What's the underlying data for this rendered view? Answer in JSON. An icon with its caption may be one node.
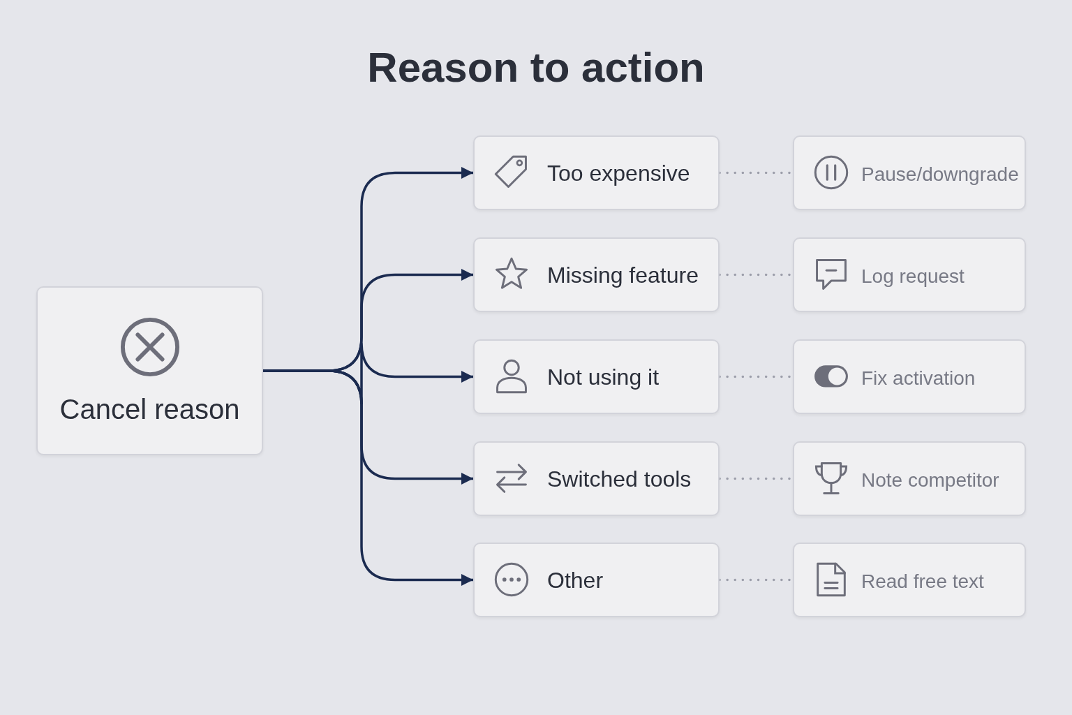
{
  "diagram": {
    "title": "Reason to action",
    "nodes": [
      {
        "text": [
          "Cancel reason"
        ]
      },
      {
        "text": [
          "Too expensive"
        ]
      },
      {
        "text": [
          "Missing feature"
        ]
      },
      {
        "text": [
          "Not using it"
        ]
      },
      {
        "text": [
          "Switched tools"
        ]
      },
      {
        "text": [
          "Other"
        ]
      },
      {
        "text": [
          "Pause/downgrade"
        ]
      },
      {
        "text": [
          "Log request"
        ]
      },
      {
        "text": [
          "Fix activation"
        ]
      },
      {
        "text": [
          "Note competitor"
        ]
      },
      {
        "text": [
          "Read free text"
        ]
      }
    ],
    "edges": [
      {
        "from": 0,
        "to": 1,
        "arrow": "to",
        "color": "#1b2b50"
      },
      {
        "from": 0,
        "to": 2,
        "arrow": "to",
        "color": "#1b2b50"
      },
      {
        "from": 0,
        "to": 3,
        "arrow": "to",
        "color": "#1b2b50"
      },
      {
        "from": 0,
        "to": 4,
        "arrow": "to",
        "color": "#1b2b50"
      },
      {
        "from": 0,
        "to": 5,
        "arrow": "to",
        "color": "#1b2b50"
      },
      {
        "from": 1,
        "to": 6,
        "arrow": "none",
        "style": "dashed",
        "color": "#9c9eaa"
      },
      {
        "from": 2,
        "to": 7,
        "arrow": "none",
        "style": "dashed",
        "color": "#9c9eaa"
      },
      {
        "from": 3,
        "to": 8,
        "arrow": "none",
        "style": "dashed",
        "color": "#9c9eaa"
      },
      {
        "from": 4,
        "to": 9,
        "arrow": "none",
        "style": "dashed",
        "color": "#9c9eaa"
      },
      {
        "from": 5,
        "to": 10,
        "arrow": "none",
        "style": "dashed",
        "color": "#9c9eaa"
      }
    ]
  }
}
